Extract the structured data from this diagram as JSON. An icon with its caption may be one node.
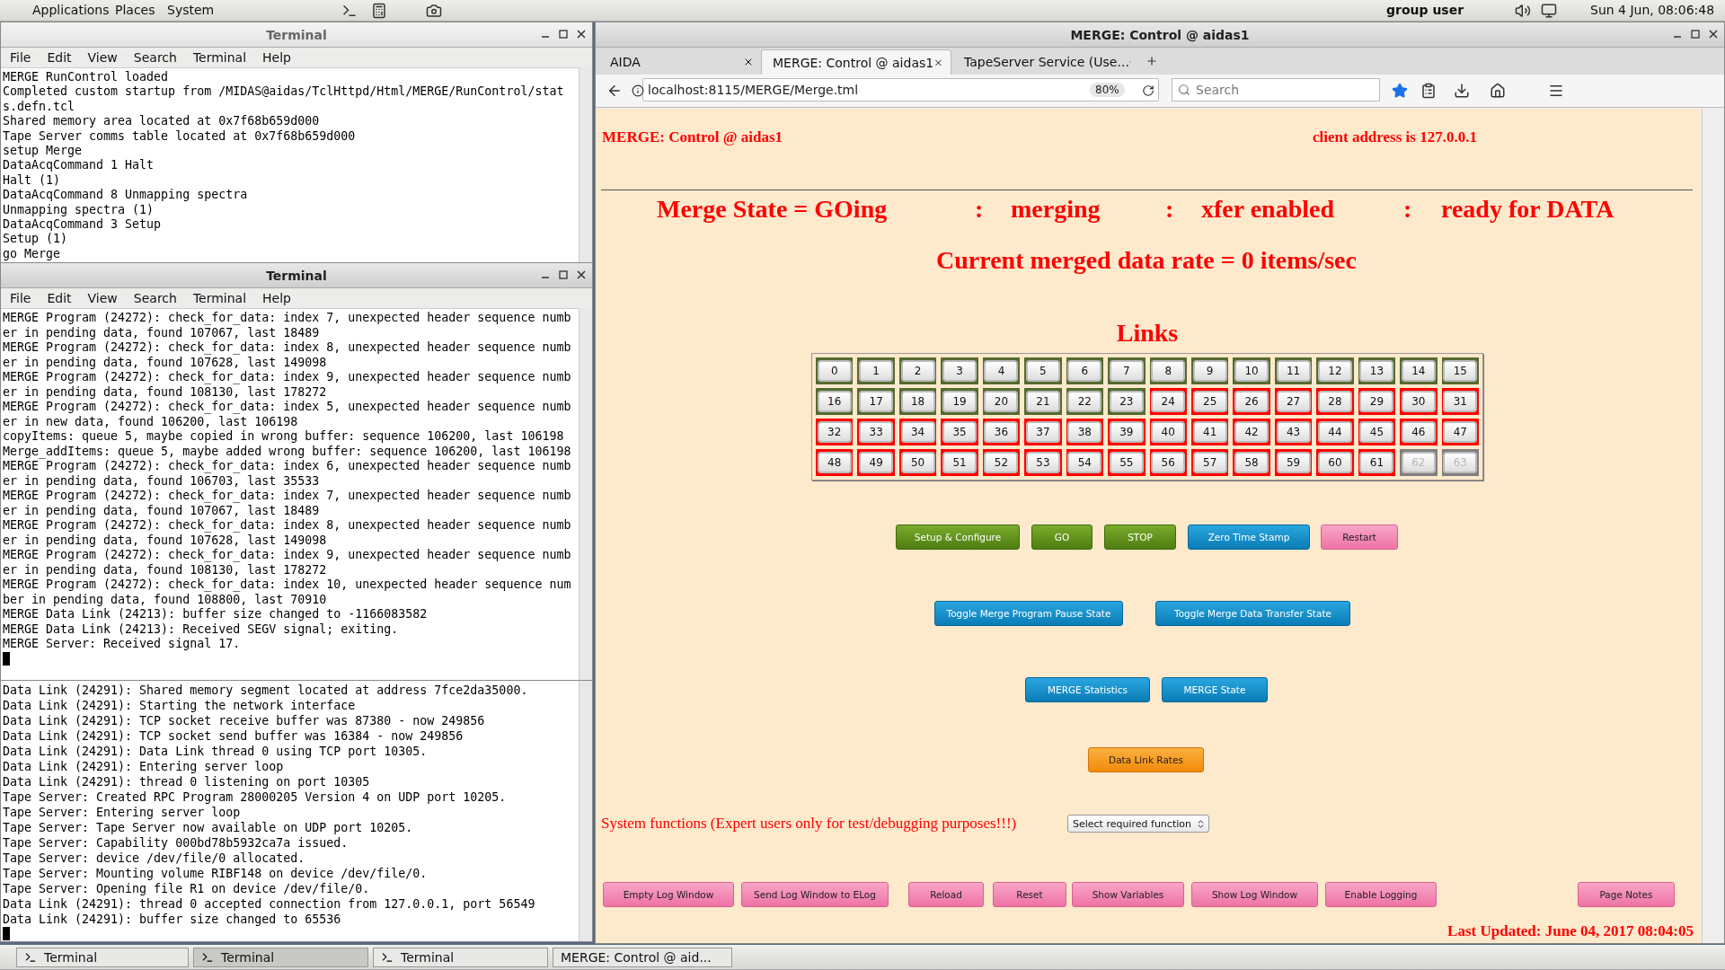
{
  "diagram": {
    "nodes": [
      {
        "text": [
          "Terminal",
          "MERGE RunControl loaded",
          "Completed custom startup from /MIDAS@aidas/TclHttpd/Html/MERGE/RunControl/stats.defn.tcl",
          "Shared memory area located at 0x7f68b659d000",
          "Tape Server comms table located at 0x7f68b659d000",
          "setup Merge",
          "DataAcqCommand 1 Halt",
          "Halt (1)",
          "DataAcqCommand 8 Unmapping spectra",
          "Unmapping spectra (1)",
          "DataAcqCommand 3 Setup",
          "Setup (1)",
          "go Merge"
        ]
      },
      {
        "text": [
          "Terminal",
          "MERGE Program (24272): check_for_data: index 7, unexpected header sequence number in pending data, found 107067, last 18489",
          "MERGE Program (24272): check_for_data: index 8, unexpected header sequence number in pending data, found 107628, last 149098",
          "MERGE Program (24272): check_for_data: index 9, unexpected header sequence number in pending data, found 108130, last 178272",
          "MERGE Program (24272): check_for_data: index 5, unexpected header sequence number in new data, found 106200, last 106198",
          "copyItems: queue 5, maybe copied in wrong buffer: sequence 106200, last 106198",
          "Merge_addItems: queue 5, maybe added wrong buffer: sequence 106200, last 106198",
          "MERGE Program (24272): check_for_data: index 6, unexpected header sequence number in pending data, found 106703, last 35533",
          "MERGE Program (24272): check_for_data: index 7, unexpected header sequence number in pending data, found 107067, last 18489",
          "MERGE Program (24272): check_for_data: index 8, unexpected header sequence number in pending data, found 107628, last 149098",
          "MERGE Program (24272): check_for_data: index 9, unexpected header sequence number in pending data, found 108130, last 178272",
          "MERGE Program (24272): check_for_data: index 10, unexpected header sequence number in pending data, found 108800, last 70910",
          "MERGE Data Link (24213): buffer size changed to -1166083582",
          "MERGE Data Link (24213): Received SEGV signal; exiting.",
          "MERGE Server: Received signal 17."
        ]
      },
      {
        "text": [
          "Data Link (24291): Shared memory segment located at address 7fce2da35000.",
          "Data Link (24291): Starting the network interface",
          "Data Link (24291): TCP socket receive buffer was 87380 - now 249856",
          "Data Link (24291): TCP socket send buffer was 16384 - now 249856",
          "Data Link (24291): Data Link thread 0 using TCP port 10305.",
          "Data Link (24291): Entering server loop",
          "Data Link (24291): thread 0 listening on port 10305",
          "Tape Server: Created RPC Program 28000205 Version 4 on UDP port 10205.",
          "Tape Server: Entering server loop",
          "Tape Server: Tape Server now available on UDP port 10205.",
          "Tape Server: Capability 000bd78b5932ca7a issued.",
          "Tape Server: device /dev/file/0 allocated.",
          "Tape Server: Mounting volume RIBF148 on device /dev/file/0.",
          "Tape Server: Opening file R1 on device /dev/file/0.",
          "Data Link (24291): thread 0 accepted connection from 127.0.0.1, port 56549",
          "Data Link (24291): buffer size changed to 65536"
        ]
      },
      {
        "text": [
          "MERGE: Control @ aidas1"
        ]
      },
      {
        "text": [
          "Links"
        ],
        "in": 3
      },
      {
        "text": [
          "0"
        ],
        "in": 4
      },
      {
        "text": [
          "1"
        ],
        "in": 4
      },
      {
        "text": [
          "2"
        ],
        "in": 4
      },
      {
        "text": [
          "3"
        ],
        "in": 4
      },
      {
        "text": [
          "4"
        ],
        "in": 4
      },
      {
        "text": [
          "5"
        ],
        "in": 4
      },
      {
        "text": [
          "6"
        ],
        "in": 4
      },
      {
        "text": [
          "7"
        ],
        "in": 4
      },
      {
        "text": [
          "8"
        ],
        "in": 4
      },
      {
        "text": [
          "9"
        ],
        "in": 4
      },
      {
        "text": [
          "10"
        ],
        "in": 4
      },
      {
        "text": [
          "11"
        ],
        "in": 4
      },
      {
        "text": [
          "12"
        ],
        "in": 4
      },
      {
        "text": [
          "13"
        ],
        "in": 4
      },
      {
        "text": [
          "14"
        ],
        "in": 4
      },
      {
        "text": [
          "15"
        ],
        "in": 4
      },
      {
        "text": [
          "16"
        ],
        "in": 4
      },
      {
        "text": [
          "17"
        ],
        "in": 4
      },
      {
        "text": [
          "18"
        ],
        "in": 4
      },
      {
        "text": [
          "19"
        ],
        "in": 4
      },
      {
        "text": [
          "20"
        ],
        "in": 4
      },
      {
        "text": [
          "21"
        ],
        "in": 4
      },
      {
        "text": [
          "22"
        ],
        "in": 4
      },
      {
        "text": [
          "23"
        ],
        "in": 4
      },
      {
        "text": [
          "24"
        ],
        "in": 4
      },
      {
        "text": [
          "25"
        ],
        "in": 4
      },
      {
        "text": [
          "26"
        ],
        "in": 4
      },
      {
        "text": [
          "27"
        ],
        "in": 4
      },
      {
        "text": [
          "28"
        ],
        "in": 4
      },
      {
        "text": [
          "29"
        ],
        "in": 4
      },
      {
        "text": [
          "30"
        ],
        "in": 4
      },
      {
        "text": [
          "31"
        ],
        "in": 4
      },
      {
        "text": [
          "32"
        ],
        "in": 4
      },
      {
        "text": [
          "33"
        ],
        "in": 4
      },
      {
        "text": [
          "34"
        ],
        "in": 4
      },
      {
        "text": [
          "35"
        ],
        "in": 4
      },
      {
        "text": [
          "36"
        ],
        "in": 4
      },
      {
        "text": [
          "37"
        ],
        "in": 4
      },
      {
        "text": [
          "38"
        ],
        "in": 4
      },
      {
        "text": [
          "39"
        ],
        "in": 4
      },
      {
        "text": [
          "40"
        ],
        "in": 4
      },
      {
        "text": [
          "41"
        ],
        "in": 4
      },
      {
        "text": [
          "42"
        ],
        "in": 4
      },
      {
        "text": [
          "43"
        ],
        "in": 4
      },
      {
        "text": [
          "44"
        ],
        "in": 4
      },
      {
        "text": [
          "45"
        ],
        "in": 4
      },
      {
        "text": [
          "46"
        ],
        "in": 4
      },
      {
        "text": [
          "47"
        ],
        "in": 4
      },
      {
        "text": [
          "48"
        ],
        "in": 4
      },
      {
        "text": [
          "49"
        ],
        "in": 4
      },
      {
        "text": [
          "50"
        ],
        "in": 4
      },
      {
        "text": [
          "51"
        ],
        "in": 4
      },
      {
        "text": [
          "52"
        ],
        "in": 4
      },
      {
        "text": [
          "53"
        ],
        "in": 4
      },
      {
        "text": [
          "54"
        ],
        "in": 4
      },
      {
        "text": [
          "55"
        ],
        "in": 4
      },
      {
        "text": [
          "56"
        ],
        "in": 4
      },
      {
        "text": [
          "57"
        ],
        "in": 4
      },
      {
        "text": [
          "58"
        ],
        "in": 4
      },
      {
        "text": [
          "59"
        ],
        "in": 4
      },
      {
        "text": [
          "60"
        ],
        "in": 4
      },
      {
        "text": [
          "61"
        ],
        "in": 4
      },
      {
        "text": [
          "62"
        ],
        "in": 4
      },
      {
        "text": [
          "63"
        ],
        "in": 4
      }
    ],
    "labels": [
      "Applications",
      "Places",
      "System",
      "group user",
      "Sun 4 Jun, 08:06:48",
      "File",
      "Edit",
      "View",
      "Search",
      "Terminal",
      "Help",
      "File",
      "Edit",
      "View",
      "Search",
      "Terminal",
      "Help",
      "AIDA",
      "MERGE: Control @ aidas1",
      "TapeServer Service (Use...",
      "localhost:8115/MERGE/Merge.tml",
      "80%",
      "Search",
      "MERGE: Control @ aidas1",
      "client address is 127.0.0.1",
      "Merge State = GOing",
      ":",
      "merging",
      ":",
      "xfer enabled",
      ":",
      "ready for DATA",
      "Current merged data rate = 0 items/sec",
      "Setup & Configure",
      "GO",
      "STOP",
      "Zero Time Stamp",
      "Restart",
      "Toggle Merge Program Pause State",
      "Toggle Merge Data Transfer State",
      "MERGE Statistics",
      "MERGE State",
      "Data Link Rates",
      "System functions (Expert users only for test/debugging purposes!!!)",
      "Select required function",
      "Empty Log Window",
      "Send Log Window to ELog",
      "Reload",
      "Reset",
      "Show Variables",
      "Show Log Window",
      "Enable Logging",
      "Page Notes",
      "Last Updated: June 04, 2017 08:04:05",
      "Terminal",
      "Terminal",
      "Terminal",
      "MERGE: Control @ aid..."
    ]
  }
}
